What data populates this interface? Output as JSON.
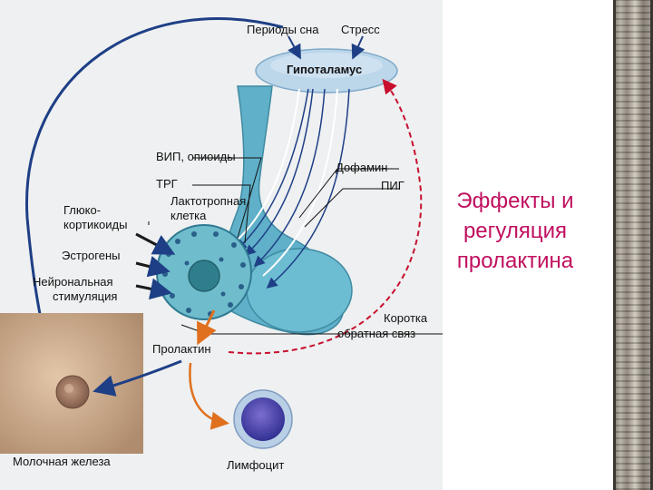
{
  "title": {
    "line1": "Эффекты и",
    "line2": "регуляция",
    "line3": "пролактина"
  },
  "labels": {
    "sleep_periods": "Периоды сна",
    "stress": "Стресс",
    "hypothalamus": "Гипоталамус",
    "vip_opioids": "ВИП, опиоиды",
    "trg": "ТРГ",
    "dopamine": "Дофамин",
    "pig": "ПИГ",
    "lactotroph_line1": "Лактотропная",
    "lactotroph_line2": "клетка",
    "glucocorticoids_line1": "Глюко-",
    "glucocorticoids_line2": "кортикоиды",
    "estrogens": "Эстрогены",
    "neural_line1": "Нейрональная",
    "neural_line2": "стимуляция",
    "short_feedback_line1": "Коротка",
    "short_feedback_line2": "обратная связ",
    "prolactin": "Пролактин",
    "mammary_gland": "Молочная железа",
    "lymphocyte": "Лимфоцит"
  },
  "colors": {
    "title": "#c0105f",
    "pituitary": "#5fb0c8",
    "hypothalamus": "#bcd6ea",
    "dark_arrow": "#1e3f86",
    "prolactin_arrow": "#e0701e",
    "feedback_arrow": "#c8102e",
    "lymphocyte": "#3b3aa0"
  }
}
